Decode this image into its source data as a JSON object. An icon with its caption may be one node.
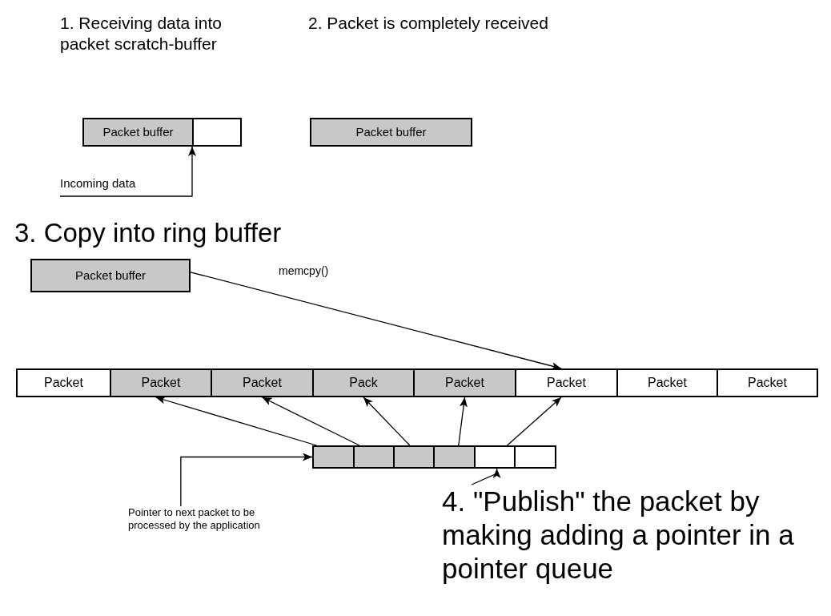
{
  "diagram": {
    "nodes": [
      {
        "text": [
          "Packet buffer"
        ]
      },
      {
        "text": [],
        "shape": "box"
      },
      {
        "text": [
          "Incoming data"
        ]
      },
      {
        "text": [
          "Packet buffer"
        ]
      },
      {
        "text": [
          "Packet buffer"
        ]
      },
      {
        "text": [
          "Packet"
        ]
      },
      {
        "text": [
          "Packet"
        ]
      },
      {
        "text": [
          "Packet"
        ]
      },
      {
        "text": [
          "Pack"
        ]
      },
      {
        "text": [
          "Packet"
        ]
      },
      {
        "text": [
          "Packet"
        ]
      },
      {
        "text": [
          "Packet"
        ]
      },
      {
        "text": [
          "Packet"
        ]
      },
      {
        "text": [],
        "shape": "box"
      },
      {
        "text": [],
        "shape": "box"
      },
      {
        "text": [],
        "shape": "box"
      },
      {
        "text": [],
        "shape": "box"
      },
      {
        "text": [],
        "shape": "box"
      },
      {
        "text": [],
        "shape": "box"
      },
      {
        "text": [
          "Pointer to next packet to be processed by the application"
        ]
      },
      {
        "text": [
          "4. \"Publish\" the packet by making adding a pointer in a pointer queue"
        ]
      }
    ],
    "edges": [
      {
        "from": 2,
        "to": 1,
        "arrow": "to"
      },
      {
        "from": 4,
        "to": 10,
        "arrow": "to",
        "label": "memcpy()"
      },
      {
        "from": 13,
        "to": 6,
        "arrow": "to"
      },
      {
        "from": 14,
        "to": 7,
        "arrow": "to"
      },
      {
        "from": 15,
        "to": 8,
        "arrow": "to"
      },
      {
        "from": 16,
        "to": 9,
        "arrow": "to"
      },
      {
        "from": 17,
        "to": 10,
        "arrow": "to"
      },
      {
        "from": 19,
        "to": 13,
        "arrow": "to"
      },
      {
        "from": 20,
        "to": 17,
        "arrow": "to"
      }
    ],
    "labels": [
      "1. Receiving data into packet scratch-buffer",
      "2. Packet is completely received",
      "3. Copy into ring buffer"
    ]
  }
}
